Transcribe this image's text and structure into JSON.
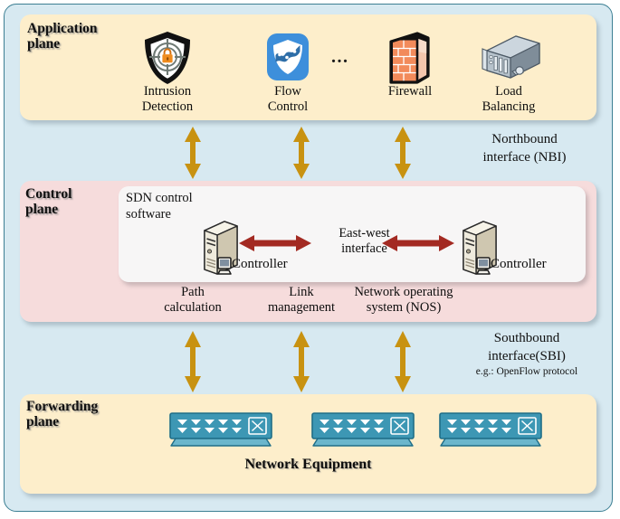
{
  "diagram": {
    "title": "SDN three-plane architecture",
    "colors": {
      "canvas": "#d7e9f1",
      "frame_border": "#3c7f93",
      "application_plane": "#fdeecb",
      "control_plane": "#f6dcdc",
      "forwarding_plane": "#fdeecb",
      "sdn_box": "#f7f6f6",
      "vertical_arrow": "#c89211",
      "eastwest_arrow": "#a32a22",
      "switch_body": "#3d97b4",
      "firewall_brick": "#f07a46",
      "flow_control_tile": "#3d8fdb"
    }
  },
  "application_plane": {
    "title": "Application\nplane",
    "apps": [
      {
        "icon": "shield-lock-icon",
        "label": "Intrusion\nDetection"
      },
      {
        "icon": "flow-chart-shield-icon",
        "label": "Flow\nControl"
      },
      {
        "icon": "brick-wall-icon",
        "label": "Firewall"
      },
      {
        "icon": "server-rack-icon",
        "label": "Load\nBalancing"
      }
    ],
    "ellipsis": "..."
  },
  "northbound": {
    "label": "Northbound\ninterface (NBI)"
  },
  "control_plane": {
    "title": "Control\nplane",
    "sdn_box_label": "SDN control\nsoftware",
    "controllers": [
      {
        "icon": "server-tower-icon",
        "label": "Controller"
      },
      {
        "icon": "server-tower-icon",
        "label": "Controller"
      }
    ],
    "eastwest_label": "East-west\ninterface",
    "functions": [
      "Path\ncalculation",
      "Link\nmanagement",
      "Network operating\nsystem (NOS)"
    ]
  },
  "southbound": {
    "label": "Southbound\ninterface(SBI)",
    "sublabel": "e.g.: OpenFlow protocol"
  },
  "forwarding_plane": {
    "title": "Forwarding\nplane",
    "switches": [
      {
        "icon": "network-switch-icon"
      },
      {
        "icon": "network-switch-icon"
      },
      {
        "icon": "network-switch-icon"
      }
    ],
    "footer_label": "Network Equipment"
  }
}
